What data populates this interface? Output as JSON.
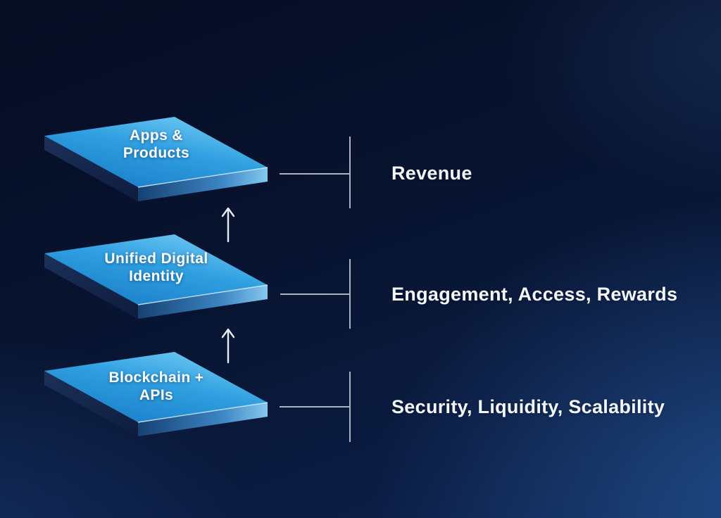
{
  "diagram": {
    "layers": [
      {
        "platform_label_line1": "Apps &",
        "platform_label_line2": "Products",
        "outcome_label": "Revenue"
      },
      {
        "platform_label_line1": "Unified Digital",
        "platform_label_line2": "Identity",
        "outcome_label": "Engagement, Access, Rewards"
      },
      {
        "platform_label_line1": "Blockchain +",
        "platform_label_line2": "APIs",
        "outcome_label": "Security, Liquidity, Scalability"
      }
    ],
    "icons": {
      "up_arrow": "up-arrow"
    },
    "colors": {
      "background_dark": "#060c22",
      "background_glow": "#306eb9",
      "platform_top_light": "#6fc9f3",
      "platform_top_dark": "#1b7fca",
      "platform_left_side_dark": "#0e1d3e",
      "platform_left_side_light": "#1b3059",
      "platform_right_side_dark": "#164173",
      "platform_right_side_bright": "#84c9ef",
      "platform_edge_highlight": "#d6eefb",
      "label_text": "#ffffff",
      "outcome_text": "#f4f7fb",
      "connector_line": "#c7cede",
      "arrow": "#e8ecf5"
    }
  }
}
